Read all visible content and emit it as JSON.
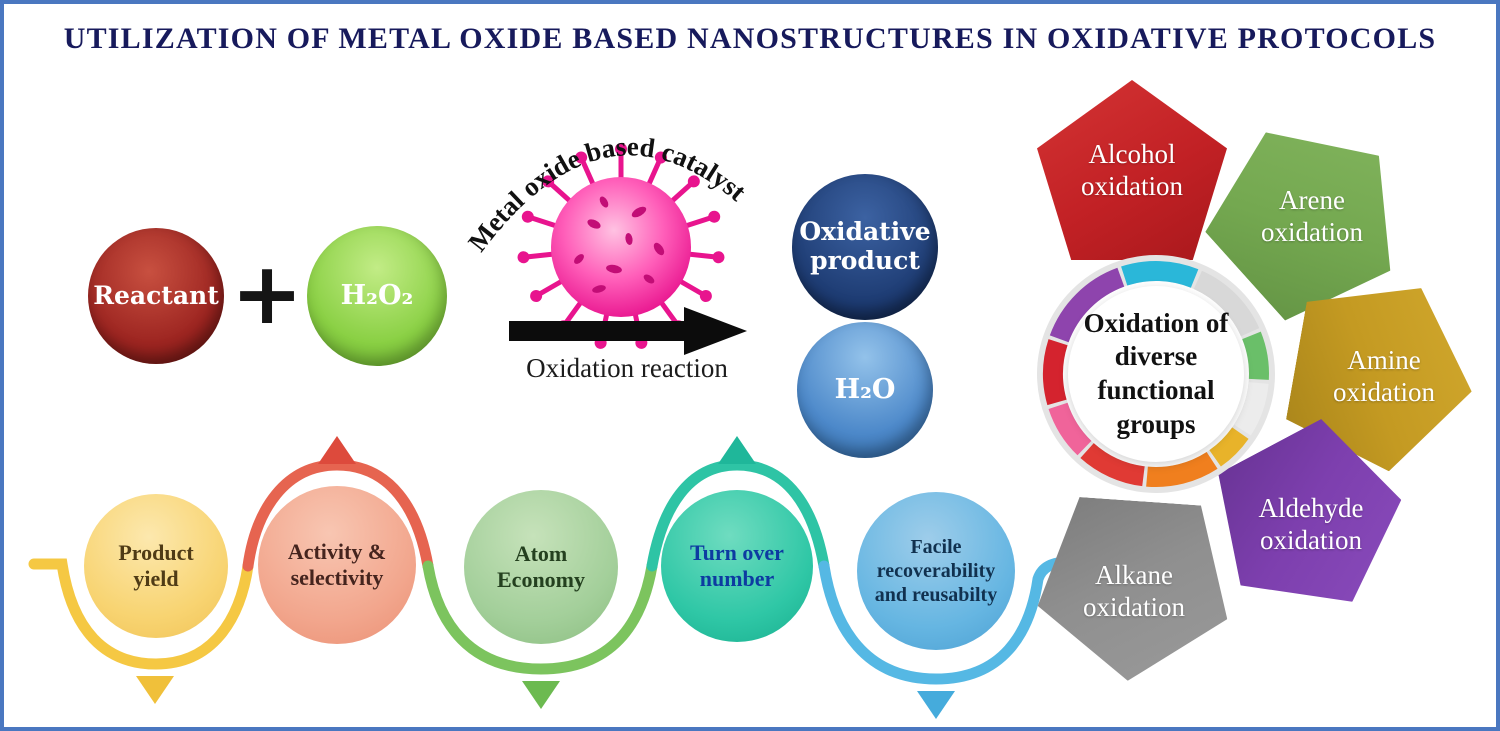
{
  "title": "UTILIZATION OF METAL OXIDE BASED NANOSTRUCTURES IN OXIDATIVE PROTOCOLS",
  "reaction": {
    "reactant_label": "Reactant",
    "plus_sign": "+",
    "oxidant_label": "H₂O₂",
    "catalyst_label": "Metal oxide based catalyst",
    "arrow_label": "Oxidation reaction",
    "product_label": "Oxidative product",
    "byproduct_label": "H₂O"
  },
  "metrics": {
    "items": [
      {
        "label": "Product yield",
        "color": "#f8d472"
      },
      {
        "label": "Activity & selectivity",
        "color": "#f2a68d"
      },
      {
        "label": "Atom Economy",
        "color": "#a3cf9a"
      },
      {
        "label": "Turn over number",
        "color": "#2fc7a6"
      },
      {
        "label": "Facile recoverability and reusabilty",
        "color": "#66b6e2"
      }
    ]
  },
  "wheel": {
    "center_label": "Oxidation of diverse functional groups",
    "segments": [
      {
        "label": "Alcohol oxidation",
        "color": "#c22125"
      },
      {
        "label": "Arene oxidation",
        "color": "#74a850"
      },
      {
        "label": "Amine oxidation",
        "color": "#c49a22"
      },
      {
        "label": "Aldehyde oxidation",
        "color": "#7d3fae"
      },
      {
        "label": "Alkane oxidation",
        "color": "#8f8f8f"
      }
    ]
  }
}
